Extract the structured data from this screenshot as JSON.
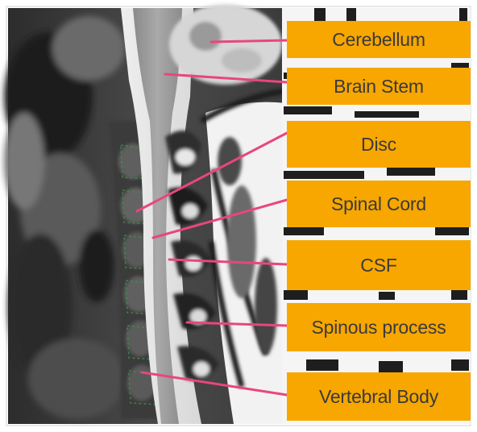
{
  "figure": {
    "labels": [
      {
        "id": "cerebellum",
        "text": "Cerebellum"
      },
      {
        "id": "brain-stem",
        "text": "Brain Stem"
      },
      {
        "id": "disc",
        "text": "Disc"
      },
      {
        "id": "spinal-cord",
        "text": "Spinal Cord"
      },
      {
        "id": "csf",
        "text": "CSF"
      },
      {
        "id": "spinous-process",
        "text": "Spinous process"
      },
      {
        "id": "vertebral-body",
        "text": "Vertebral Body"
      }
    ],
    "colors": {
      "label_background": "#f7a700",
      "label_text": "#3a3a3a",
      "pointer_line": "#e8467e"
    }
  }
}
